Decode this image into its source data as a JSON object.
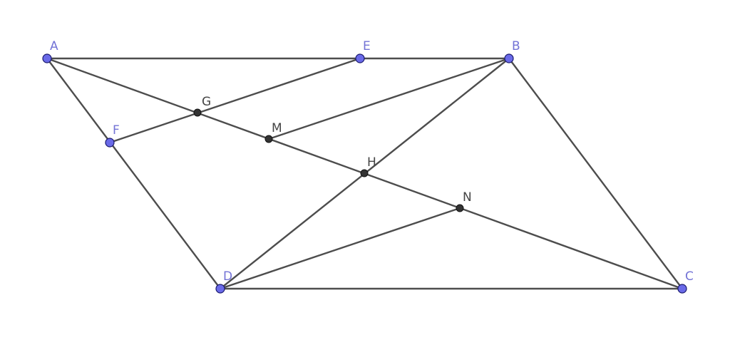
{
  "points": {
    "A": {
      "label": "A",
      "kind": "free"
    },
    "E": {
      "label": "E",
      "kind": "free"
    },
    "B": {
      "label": "B",
      "kind": "free"
    },
    "F": {
      "label": "F",
      "kind": "free"
    },
    "G": {
      "label": "G",
      "kind": "dependent"
    },
    "M": {
      "label": "M",
      "kind": "dependent"
    },
    "H": {
      "label": "H",
      "kind": "dependent"
    },
    "N": {
      "label": "N",
      "kind": "dependent"
    },
    "D": {
      "label": "D",
      "kind": "free"
    },
    "C": {
      "label": "C",
      "kind": "free"
    }
  },
  "segments": [
    [
      "A",
      "B"
    ],
    [
      "B",
      "C"
    ],
    [
      "C",
      "D"
    ],
    [
      "D",
      "A"
    ],
    [
      "A",
      "C"
    ],
    [
      "B",
      "D"
    ],
    [
      "E",
      "F"
    ],
    [
      "M",
      "B"
    ],
    [
      "N",
      "D"
    ]
  ],
  "colors": {
    "segment": "#4d4d4d",
    "free_point": "#6a6ae8",
    "free_label": "#7373d6",
    "dependent_point": "#333333",
    "dependent_label": "#444444"
  }
}
